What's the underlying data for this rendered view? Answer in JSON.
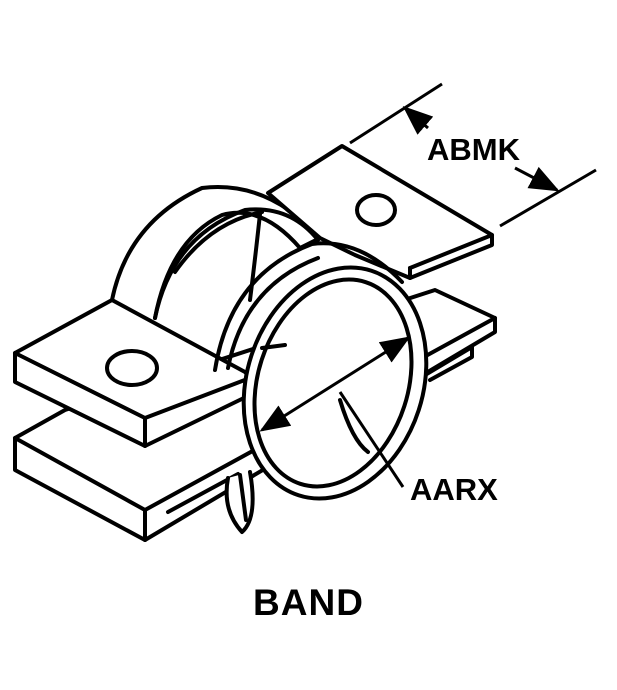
{
  "labels": {
    "width_dimension": "ABMK",
    "diameter_dimension": "AARX",
    "caption": "BAND"
  },
  "colors": {
    "line": "#000000",
    "background": "#ffffff"
  }
}
